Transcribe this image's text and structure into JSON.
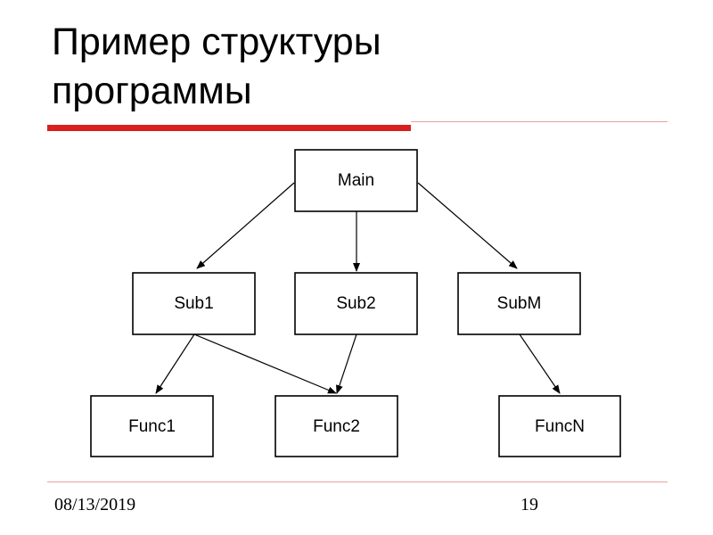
{
  "slide": {
    "title_line1": "Пример структуры",
    "title_line2": "программы",
    "date": "08/13/2019",
    "page_number": "19"
  },
  "colors": {
    "accent": "#d91f1f",
    "rule": "#e8a0a0",
    "stroke": "#000000"
  },
  "diagram": {
    "nodes": [
      {
        "id": "main",
        "label": "Main"
      },
      {
        "id": "sub1",
        "label": "Sub1"
      },
      {
        "id": "sub2",
        "label": "Sub2"
      },
      {
        "id": "subm",
        "label": "SubM"
      },
      {
        "id": "func1",
        "label": "Func1"
      },
      {
        "id": "func2",
        "label": "Func2"
      },
      {
        "id": "funcn",
        "label": "FuncN"
      }
    ],
    "edges": [
      {
        "from": "main",
        "to": "sub1"
      },
      {
        "from": "main",
        "to": "sub2"
      },
      {
        "from": "main",
        "to": "subm"
      },
      {
        "from": "sub1",
        "to": "func1"
      },
      {
        "from": "sub1",
        "to": "func2"
      },
      {
        "from": "sub2",
        "to": "func2"
      },
      {
        "from": "subm",
        "to": "funcn"
      }
    ]
  }
}
